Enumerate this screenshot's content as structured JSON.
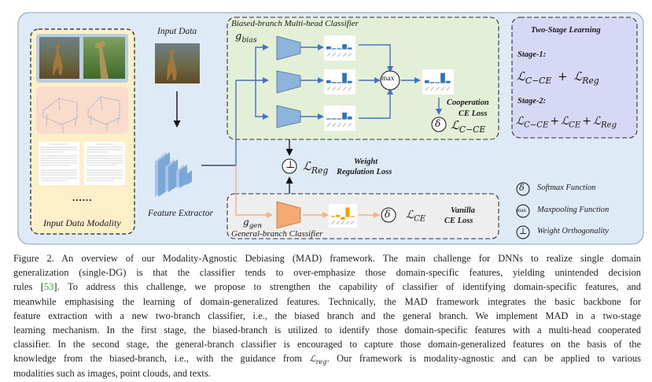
{
  "figure": {
    "colors": {
      "outer_bg": "#dfeaf7",
      "outer_border": "#8aa0b8",
      "modality_bg": "#fdefc8",
      "image_strip_bg": "#b9cde3",
      "pointcloud_bg": "#f9dccb",
      "biased_bg": "#e3efd6",
      "general_bg": "#eeeeee",
      "twostage_bg": "#d7d8f6",
      "blue_arrow": "#4472c4",
      "blue_trapezoid": "#8cb4dc",
      "orange_arrow": "#f4b183",
      "orange_trapezoid": "#f4a872",
      "bar_blue": "#2e75b6",
      "bar_orange": "#f0a300"
    },
    "modality_panel": {
      "label": "Input Data Modality",
      "ellipsis": "......",
      "modalities": [
        "images",
        "point clouds",
        "texts"
      ]
    },
    "input_data_label": "Input Data",
    "feature_extractor_label": "Feature Extractor",
    "biased_branch": {
      "title": "Biased-branch Multi-head Classifier",
      "g_symbol": "g",
      "g_sub": "bias",
      "max_label": "max",
      "loss_title_1": "Cooperation",
      "loss_title_2": "CE Loss",
      "delta": "δ",
      "loss_symbol": "ℒ",
      "loss_sub": "C−CE"
    },
    "reg": {
      "perp": "⊥",
      "loss_symbol": "ℒ",
      "loss_sub": "Reg",
      "title_1": "Weight",
      "title_2": "Regulation Loss"
    },
    "general_branch": {
      "title": "General-branch Classifier",
      "g_symbol": "g",
      "g_sub": "gen",
      "delta": "δ",
      "loss_symbol": "ℒ",
      "loss_sub": "CE",
      "loss_title_1": "Vanilla",
      "loss_title_2": "CE Loss"
    },
    "two_stage": {
      "title": "Two-Stage Learning",
      "stage1_label": "Stage-1:",
      "stage1_terms": [
        {
          "sym": "ℒ",
          "sub": "C−CE"
        },
        {
          "sym": "ℒ",
          "sub": "Reg"
        }
      ],
      "stage2_label": "Stage-2:",
      "stage2_terms": [
        {
          "sym": "ℒ",
          "sub": "C−CE"
        },
        {
          "sym": "ℒ",
          "sub": "CE"
        },
        {
          "sym": "ℒ",
          "sub": "Reg"
        }
      ],
      "plus": "+"
    },
    "legend": [
      {
        "icon": "δ",
        "label": "Softmax Function"
      },
      {
        "icon": "max",
        "label": "Maxpooling Function"
      },
      {
        "icon": "⊥",
        "label": "Weight Orthogonality"
      }
    ]
  },
  "caption": {
    "lines": [
      "Figure 2.  An overview of our Modality-Agnostic Debiasing (MAD) framework.  The main challenge for DNNs to realize single domain",
      "generalization (single-DG) is that the classifier tends to over-emphasize those domain-specific features, yielding unintended decision",
      "rules [53].  To address this challenge, we propose to strengthen the capability of classifier of identifying domain-specific features, and",
      "meanwhile emphasising the learning of domain-generalized features. Technically, the MAD framework integrates the basic backbone for",
      "feature extraction with a new two-branch classifier, i.e., the biased branch and the general branch.  We implement MAD in a two-stage",
      "learning mechanism. In the first stage, the biased-branch is utilized to identify those domain-specific features with a multi-head cooperated",
      "classifier. In the second stage, the general-branch classifier is encouraged to capture those domain-generalized features on the basis of the",
      "knowledge from the biased-branch, i.e., with the guidance from ℒreg. Our framework is modality-agnostic and can be applied to various",
      "modalities such as images, point clouds, and texts."
    ],
    "reference": "53"
  }
}
